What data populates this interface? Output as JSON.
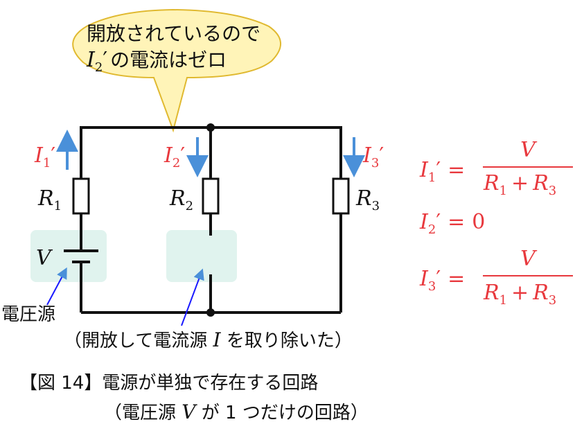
{
  "callout": {
    "line1": "開放されているので",
    "line2_symbol": "I",
    "line2_sub": "2",
    "line2_prime": "′",
    "line2_text": "の電流はゼロ"
  },
  "currents": {
    "i1": {
      "symbol": "I",
      "sub": "1",
      "prime": "′"
    },
    "i2": {
      "symbol": "I",
      "sub": "2",
      "prime": "′"
    },
    "i3": {
      "symbol": "I",
      "sub": "3",
      "prime": "′"
    }
  },
  "resistors": {
    "r1": {
      "symbol": "R",
      "sub": "1"
    },
    "r2": {
      "symbol": "R",
      "sub": "2"
    },
    "r3": {
      "symbol": "R",
      "sub": "3"
    }
  },
  "source": {
    "symbol": "V"
  },
  "labels": {
    "voltage_source": "電圧源",
    "removed_note_pre": "（開放して電流源 ",
    "removed_note_symbol": "I",
    "removed_note_post": " を取り除いた）"
  },
  "equations": {
    "eq1": {
      "lhs": "I",
      "sub": "1",
      "prime": "′",
      "eq": "=",
      "num": "V",
      "den_r1": "R",
      "den_s1": "1",
      "plus": "+",
      "den_r3": "R",
      "den_s3": "3"
    },
    "eq2": {
      "lhs": "I",
      "sub": "2",
      "prime": "′",
      "eq": "=",
      "rhs": "0"
    },
    "eq3": {
      "lhs": "I",
      "sub": "3",
      "prime": "′",
      "eq": "=",
      "num": "V",
      "den_r1": "R",
      "den_s1": "1",
      "plus": "+",
      "den_r3": "R",
      "den_s3": "3"
    }
  },
  "caption": {
    "line1": "【図 14】電源が単独で存在する回路",
    "line2_pre": "（電圧源 ",
    "line2_symbol": "V",
    "line2_post": " が 1 つだけの回路）"
  },
  "colors": {
    "current_red": "#e8383d",
    "arrow_blue": "#4a90d9",
    "box_green": "#e0f3ee",
    "callout_fill": "#fff4b8",
    "callout_stroke": "#e0b930"
  }
}
